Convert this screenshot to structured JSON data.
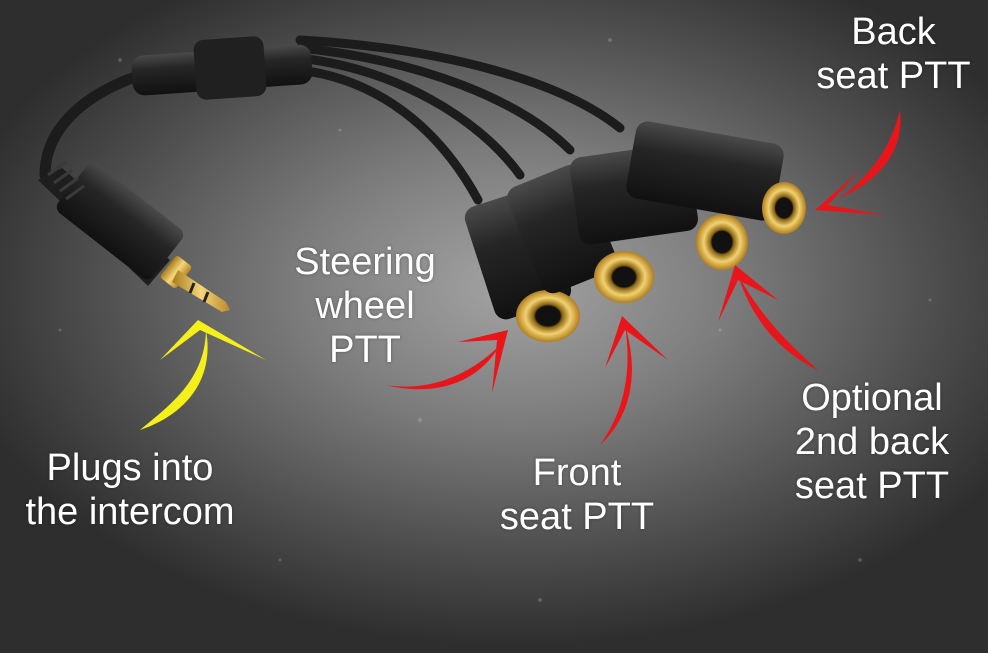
{
  "labels": {
    "back_seat": {
      "line1": "Back",
      "line2": "seat PTT"
    },
    "steering_wheel": {
      "line1": "Steering",
      "line2": "wheel",
      "line3": "PTT"
    },
    "plugs_into": {
      "line1": "Plugs into",
      "line2": "the intercom"
    },
    "front_seat": {
      "line1": "Front",
      "line2": "seat PTT"
    },
    "optional_back_seat": {
      "line1": "Optional",
      "line2": "2nd back",
      "line3": "seat PTT"
    }
  },
  "colors": {
    "background": "#6e6e6e",
    "cable": "#1c1c1c",
    "gold": "#d4a43a",
    "arrow_red": "#e8161a",
    "arrow_yellow": "#f5ef1a",
    "text": "#ffffff"
  }
}
